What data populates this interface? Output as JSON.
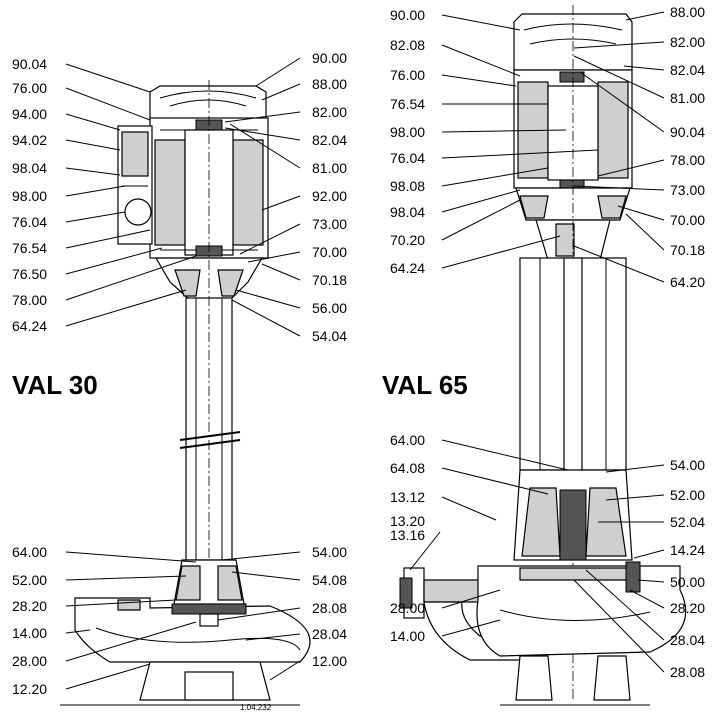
{
  "left_drawing": {
    "title": "VAL 30",
    "labels_left": [
      "90.04",
      "76.00",
      "94.00",
      "94.02",
      "98.04",
      "98.00",
      "76.04",
      "76.54",
      "76.50",
      "78.00",
      "64.24",
      "64.00",
      "52.00",
      "28.20",
      "14.00",
      "28.00",
      "12.20"
    ],
    "labels_right": [
      "90.00",
      "88.00",
      "82.00",
      "82.04",
      "81.00",
      "92.00",
      "73.00",
      "70.00",
      "70.18",
      "56.00",
      "54.04",
      "54.00",
      "54.08",
      "28.08",
      "28.04",
      "12.00"
    ],
    "drawing_number": "1.04.232"
  },
  "right_drawing": {
    "title": "VAL 65",
    "labels_left": [
      "90.00",
      "82.08",
      "76.00",
      "76.54",
      "98.00",
      "76.04",
      "98.08",
      "98.04",
      "70.20",
      "64.24",
      "64.00",
      "64.08",
      "13.12",
      "13.20",
      "13.16",
      "28.00",
      "14.00"
    ],
    "labels_right": [
      "88.00",
      "82.00",
      "82.04",
      "81.00",
      "90.04",
      "78.00",
      "73.00",
      "70.00",
      "70.18",
      "64.20",
      "54.00",
      "52.00",
      "52.04",
      "14.24",
      "50.00",
      "28.20",
      "28.04",
      "28.08"
    ]
  }
}
